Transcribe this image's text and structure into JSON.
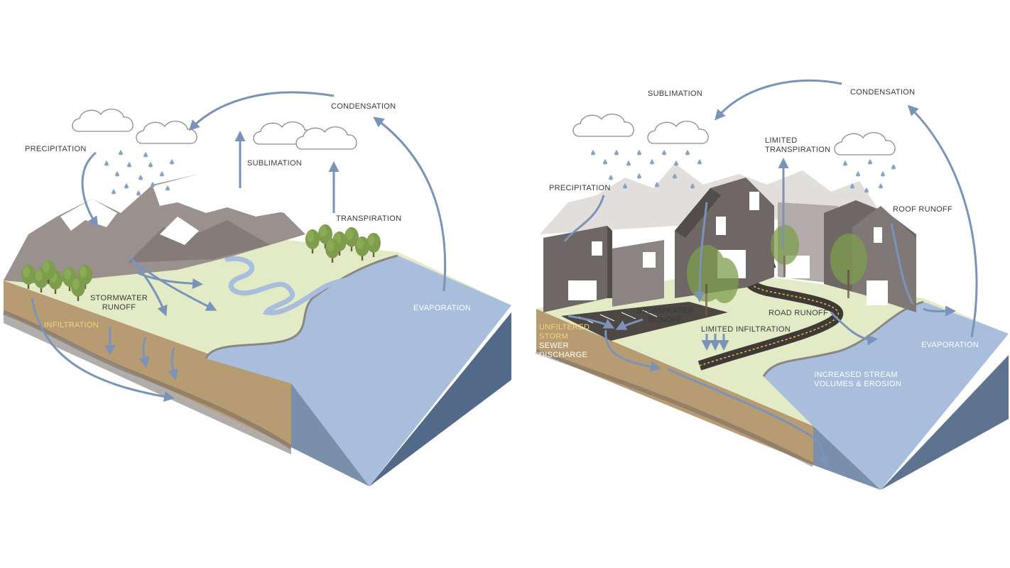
{
  "natural": {
    "labels": {
      "precipitation": "PRECIPITATION",
      "condensation": "CONDENSATION",
      "sublimation": "SUBLIMATION",
      "transpiration": "TRANSPIRATION",
      "stormwater_runoff": [
        "STORMWATER",
        "RUNOFF"
      ],
      "infiltration": "INFILTRATION",
      "evaporation": "EVAPORATION"
    }
  },
  "urban": {
    "labels": {
      "sublimation": "SUBLIMATION",
      "condensation": "CONDENSATION",
      "limited_transpiration": [
        "LIMITED",
        "TRANSPIRATION"
      ],
      "precipitation": "PRECIPITATION",
      "roof_runoff": "ROOF RUNOFF",
      "stormwater_runoff": [
        "STORMWATER",
        "RUNOFF"
      ],
      "road_runoff": "ROAD RUNOFF",
      "limited_infiltration": "LIMITED INFILTRATION",
      "unfiltered_storm_sewer_discharge": [
        "UNFILTERED",
        "STORM",
        "SEWER",
        "DISCHARGE"
      ],
      "evaporation": "EVAPORATION",
      "increased_stream": [
        "INCREASED STREAM",
        "VOLUMES & EROSION"
      ]
    }
  },
  "colors": {
    "water": "#a8bedc",
    "water_side": "#5e7390",
    "ground_side": "#b79b73",
    "grass": "#e3ebc6",
    "arrow": "#7a93b8",
    "mountain": "#9a918e",
    "snow": "#ffffff",
    "tree": "#7e9d4c",
    "building": "#6e6766"
  }
}
